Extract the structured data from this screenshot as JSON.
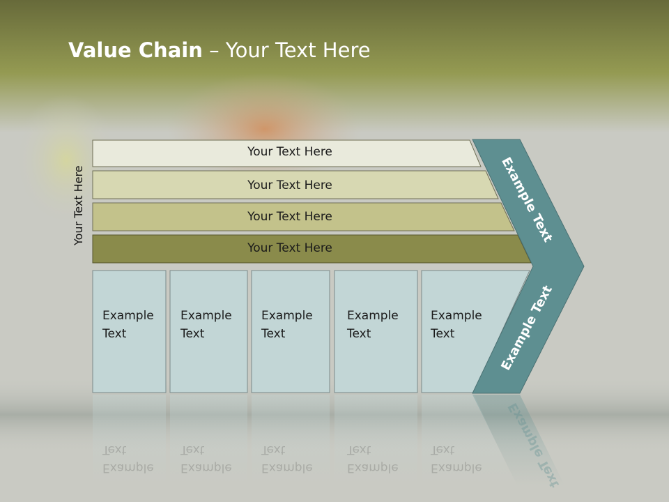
{
  "slide": {
    "title_bold": "Value Chain",
    "title_rest": " – Your Text Here",
    "side_label": "Your Text Here"
  },
  "rows": [
    {
      "label": "Your Text Here",
      "color": "#e9eadc"
    },
    {
      "label": "Your Text Here",
      "color": "#d7d8b2"
    },
    {
      "label": "Your Text Here",
      "color": "#c3c28b"
    },
    {
      "label": "Your Text Here",
      "color": "#8a8b4b"
    }
  ],
  "cells": [
    {
      "line1": "Example",
      "line2": "Text"
    },
    {
      "line1": "Example",
      "line2": "Text"
    },
    {
      "line1": "Example",
      "line2": "Text"
    },
    {
      "line1": "Example",
      "line2": "Text"
    },
    {
      "line1": "Example",
      "line2": "Text"
    }
  ],
  "chevron": {
    "top_label": "Example Text",
    "bottom_label": "Example Text",
    "color": "#5e8f91"
  },
  "colors": {
    "header_top": "#6b6b3c",
    "header_mid": "#9a9e55",
    "cell_fill": "#c2d6d6"
  }
}
